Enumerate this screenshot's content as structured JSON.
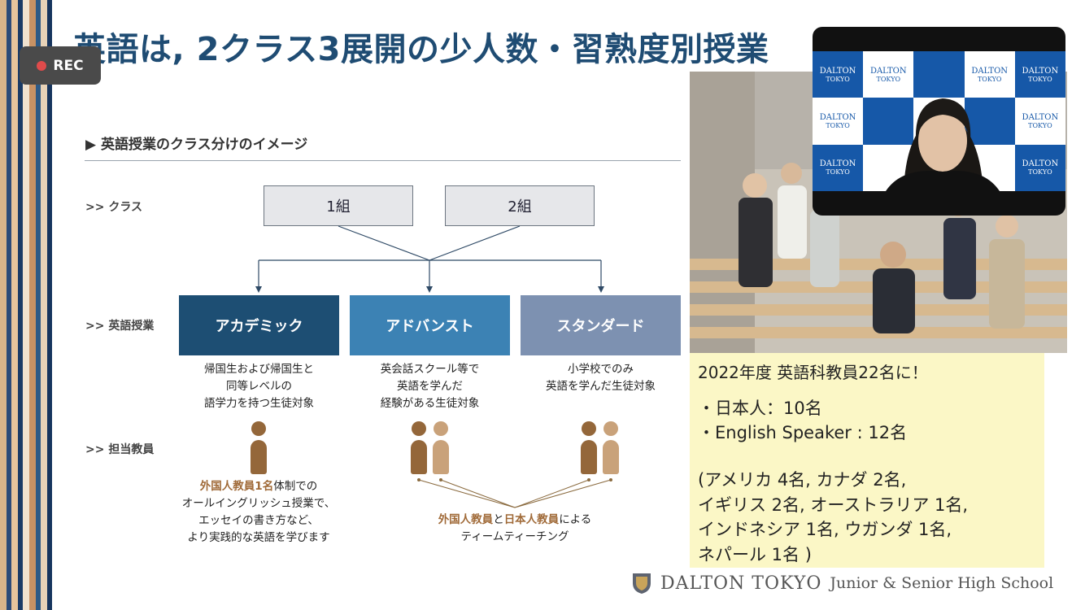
{
  "slide": {
    "title": "英語は, 2クラス3展開の少人数・習熟度別授業",
    "subhead": "▶ 英語授業のクラス分けのイメージ",
    "row_labels": {
      "class": ">> クラス",
      "english": ">> 英語授業",
      "teacher": ">> 担当教員"
    },
    "classes": [
      "1組",
      "2組"
    ],
    "courses": [
      {
        "name": "アカデミック",
        "color": "#1d4e73",
        "desc": [
          "帰国生および帰国生と",
          "同等レベルの",
          "語学力を持つ生徒対象"
        ]
      },
      {
        "name": "アドバンスト",
        "color": "#3c82b4",
        "desc": [
          "英会話スクール等で",
          "英語を学んだ",
          "経験がある生徒対象"
        ]
      },
      {
        "name": "スタンダード",
        "color": "#7d91b1",
        "desc": [
          "小学校でのみ",
          "英語を学んだ生徒対象"
        ]
      }
    ],
    "teacher_note_1": {
      "hl": "外国人教員1名",
      "rest1": "体制での",
      "line2": "オールイングリッシュ授業で、",
      "line3": "エッセイの書き方など、",
      "line4": "より実践的な英語を学びます"
    },
    "teacher_note_2": {
      "hl1": "外国人教員",
      "mid": "と",
      "hl2": "日本人教員",
      "rest": "による",
      "line2": "ティームティーチング"
    },
    "info": {
      "line1": "2022年度 英語科教員22名に！",
      "line2": "・日本人：10名",
      "line3": "・English Speaker : 12名",
      "line4": "(アメリカ 4名, カナダ 2名,",
      "line5": "イギリス 2名, オーストラリア 1名,",
      "line6": "インドネシア 1名, ウガンダ 1名,",
      "line7": "ネパール 1名 )"
    },
    "footer": {
      "logo": "DALTON TOKYO",
      "school": "Junior & Senior High School"
    },
    "backdrop_text": [
      "DALTON",
      "TOKYO"
    ]
  },
  "overlay": {
    "rec_label": "REC"
  },
  "colors": {
    "title": "#1f4c73",
    "highlight": "#a06a38",
    "info_bg": "#fbf7c6",
    "rec_dot": "#e04b4b"
  }
}
